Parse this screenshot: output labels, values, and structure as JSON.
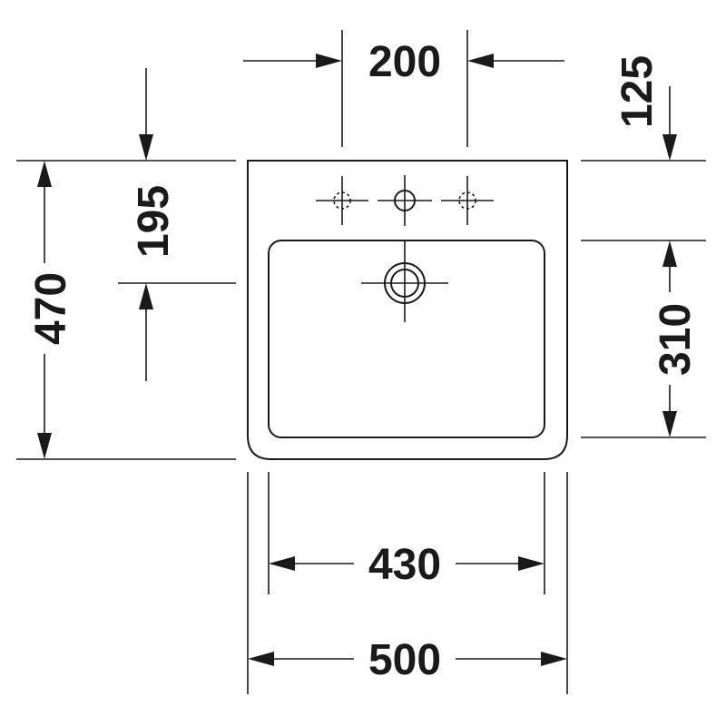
{
  "dimensions": {
    "tap_hole_spacing": "200",
    "top_to_tap": "125",
    "top_to_drain": "195",
    "overall_depth": "470",
    "bowl_depth": "310",
    "bowl_width": "430",
    "overall_width": "500"
  }
}
